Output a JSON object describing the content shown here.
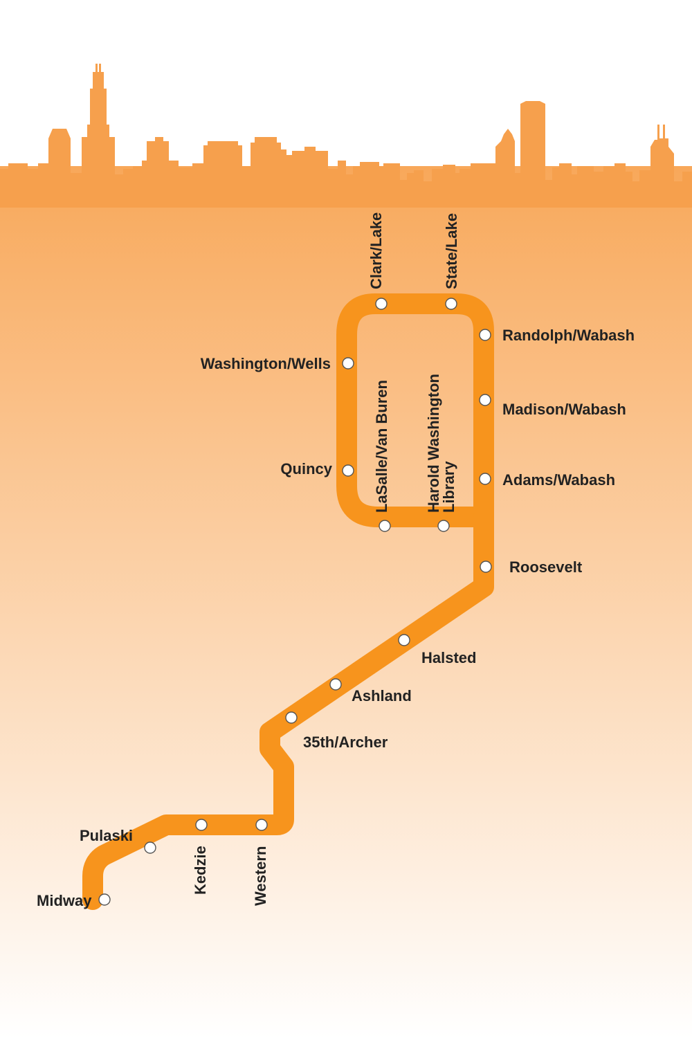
{
  "colors": {
    "line": "#f7941d",
    "skyline": "#f6a04d",
    "gradient_top": "#f8a85a",
    "gradient_bottom": "#ffffff",
    "label_text": "#222222",
    "station_fill": "#ffffff"
  },
  "line": {
    "name": ""
  },
  "stations": [
    {
      "id": "clark-lake",
      "name": "Clark/Lake"
    },
    {
      "id": "state-lake",
      "name": "State/Lake"
    },
    {
      "id": "randolph-wabash",
      "name": "Randolph/Wabash"
    },
    {
      "id": "washington-wells",
      "name": "Washington/Wells"
    },
    {
      "id": "madison-wabash",
      "name": "Madison/Wabash"
    },
    {
      "id": "quincy",
      "name": "Quincy"
    },
    {
      "id": "adams-wabash",
      "name": "Adams/Wabash"
    },
    {
      "id": "lasalle-van-buren",
      "name": "LaSalle/Van Buren"
    },
    {
      "id": "harold-washington-library",
      "name": "Harold Washington",
      "name_line2": "Library"
    },
    {
      "id": "roosevelt",
      "name": "Roosevelt"
    },
    {
      "id": "halsted",
      "name": "Halsted"
    },
    {
      "id": "ashland",
      "name": "Ashland"
    },
    {
      "id": "35th-archer",
      "name": "35th/Archer"
    },
    {
      "id": "western",
      "name": "Western"
    },
    {
      "id": "kedzie",
      "name": "Kedzie"
    },
    {
      "id": "pulaski",
      "name": "Pulaski"
    },
    {
      "id": "midway",
      "name": "Midway"
    }
  ]
}
